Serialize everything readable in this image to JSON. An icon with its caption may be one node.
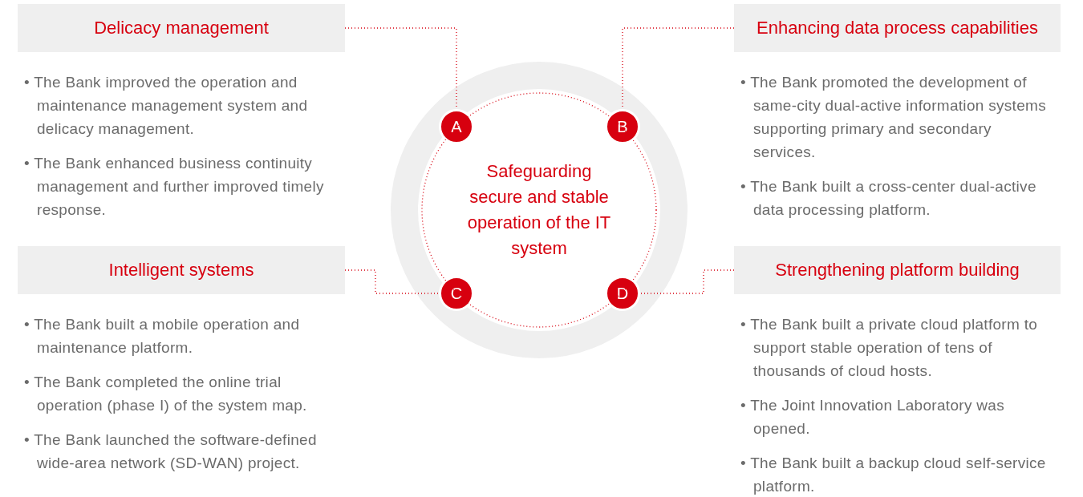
{
  "diagram": {
    "nodes": [
      {
        "text": [
          "Delicacy management"
        ],
        "beside": [
          "• The Bank improved the operation and maintenance management system and delicacy management.",
          "• The Bank enhanced business continuity management and further improved timely response."
        ]
      },
      {
        "text": [
          "Enhancing data process capabilities"
        ],
        "beside": [
          "• The Bank promoted the development of same-city dual-active information systems supporting primary and secondary services.",
          "• The Bank built a cross-center dual-active data processing platform."
        ]
      },
      {
        "text": [
          "Intelligent systems"
        ],
        "beside": [
          "• The Bank built a mobile operation and maintenance platform.",
          "• The Bank completed the online trial operation (phase I) of the system map.",
          "• The Bank launched the software-defined wide-area network (SD-WAN) project."
        ]
      },
      {
        "text": [
          "Strengthening platform building"
        ],
        "beside": [
          "• The Bank built a private cloud platform to support stable operation of tens of thousands of cloud hosts.",
          "• The Joint Innovation Laboratory was opened.",
          "• The Bank built a backup cloud self-service platform."
        ]
      },
      {
        "text": [
          "Safeguarding secure and stable operation of the IT system"
        ]
      },
      {
        "text": [
          "A"
        ],
        "in": 4
      },
      {
        "text": [
          "B"
        ],
        "in": 4
      },
      {
        "text": [
          "C"
        ],
        "in": 4
      },
      {
        "text": [
          "D"
        ],
        "in": 4
      }
    ],
    "edges": [
      {
        "from": 0,
        "to": 5,
        "arrow": "none"
      },
      {
        "from": 1,
        "to": 6,
        "arrow": "none"
      },
      {
        "from": 2,
        "to": 7,
        "arrow": "none"
      },
      {
        "from": 3,
        "to": 8,
        "arrow": "none"
      }
    ]
  }
}
